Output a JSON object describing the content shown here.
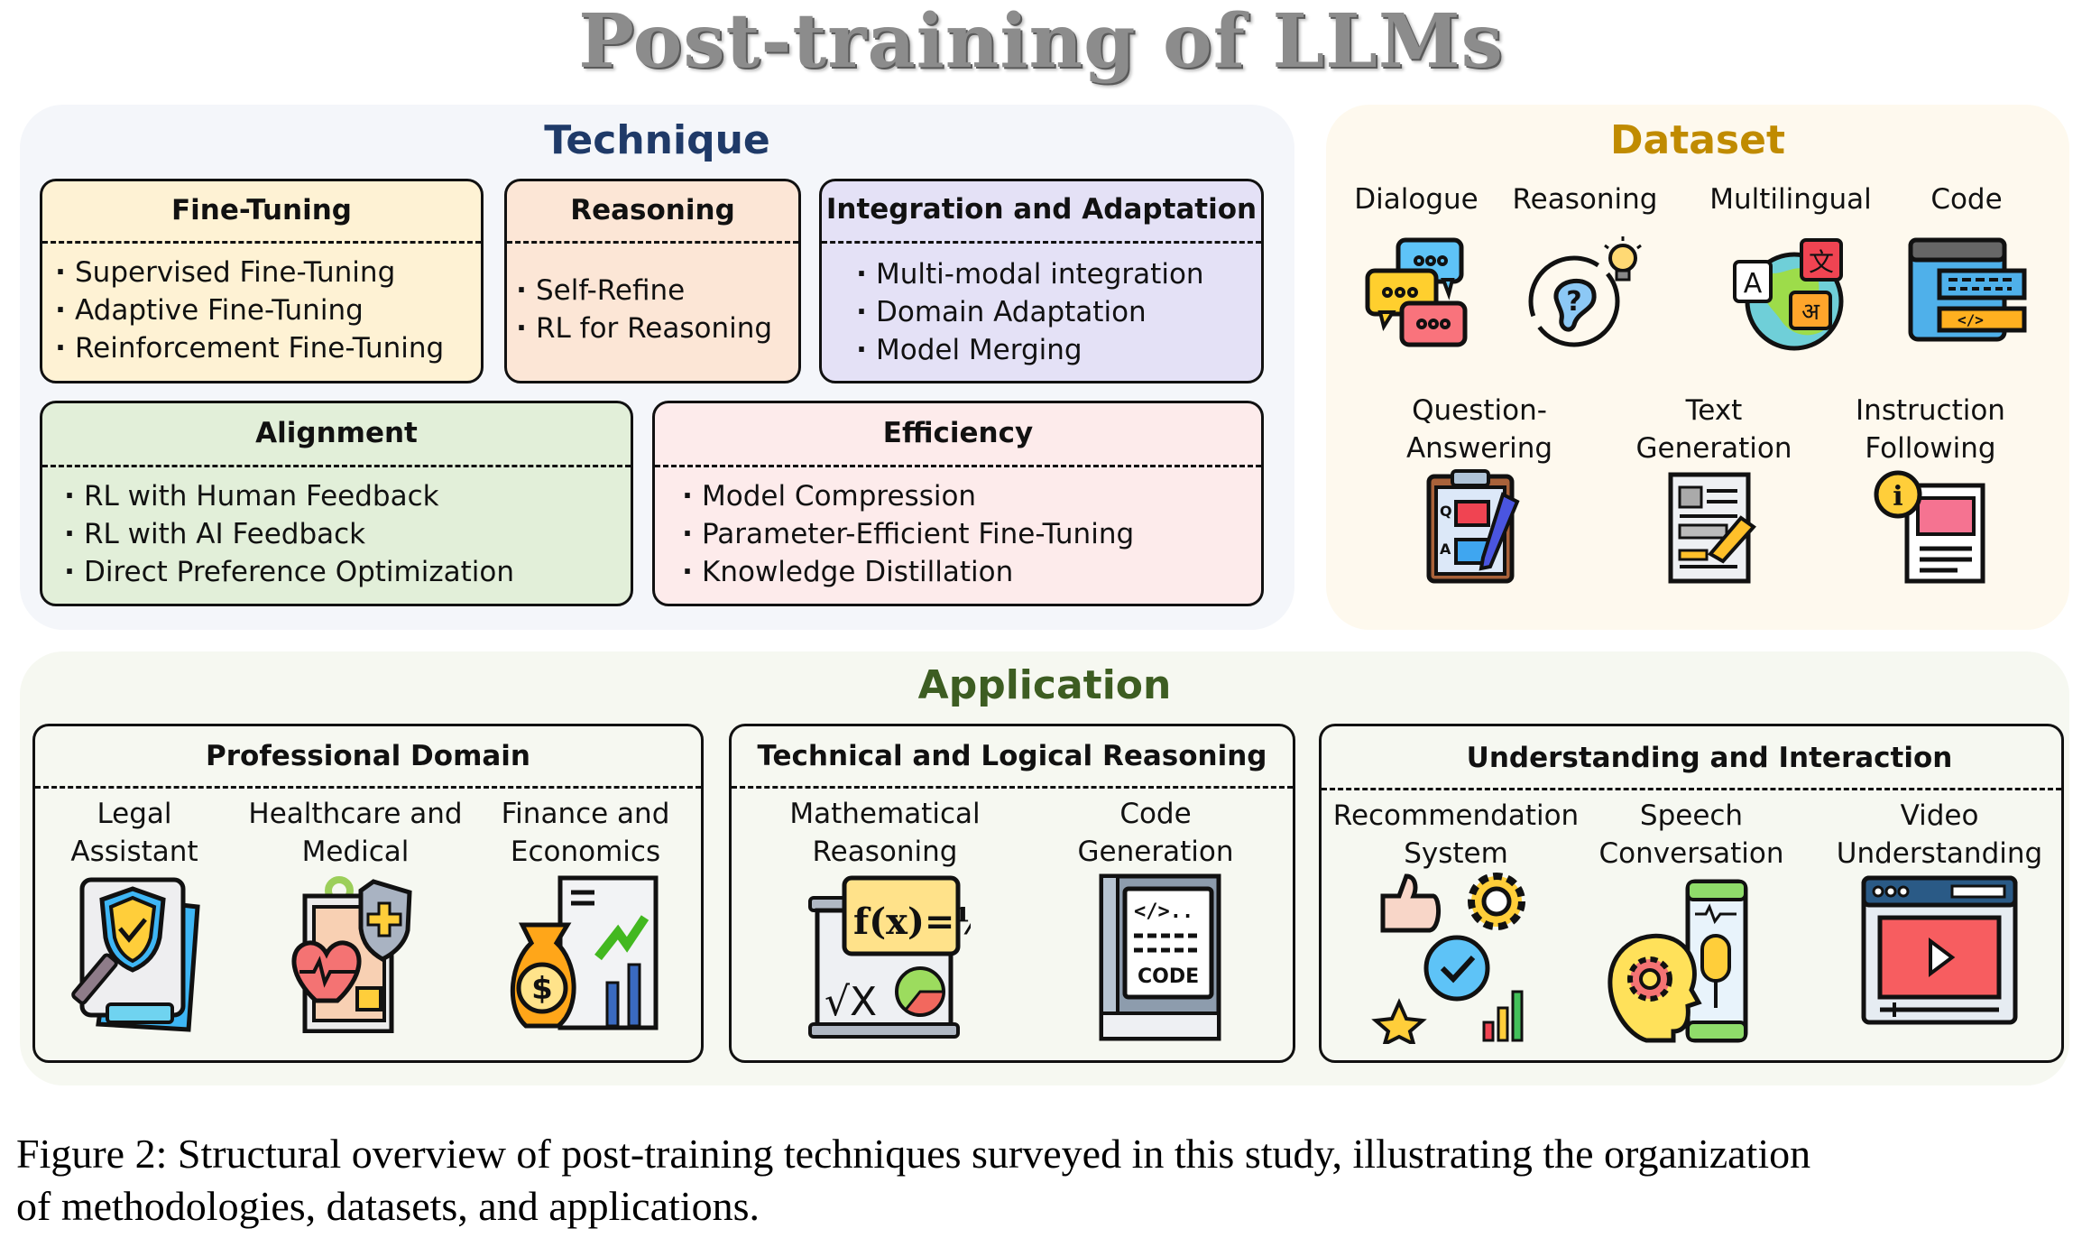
{
  "title": "Post-training of LLMs",
  "colors": {
    "technique_title": "#1f3a68",
    "dataset_title": "#c08b00",
    "application_title": "#3d5d22",
    "fine_tuning_bg": "#fef2d4",
    "reasoning_bg": "#fce6d6",
    "integration_bg": "#e4e1f6",
    "alignment_bg": "#e2efd9",
    "efficiency_bg": "#fdebeb"
  },
  "technique": {
    "title": "Technique",
    "boxes": [
      {
        "title": "Fine-Tuning",
        "items": [
          "Supervised Fine-Tuning",
          "Adaptive Fine-Tuning",
          "Reinforcement Fine-Tuning"
        ]
      },
      {
        "title": "Reasoning",
        "items": [
          "Self-Refine",
          "RL for Reasoning"
        ]
      },
      {
        "title": "Integration and Adaptation",
        "items": [
          "Multi-modal integration",
          "Domain Adaptation",
          "Model Merging"
        ]
      },
      {
        "title": "Alignment",
        "items": [
          "RL with Human Feedback",
          "RL with AI Feedback",
          "Direct Preference Optimization"
        ]
      },
      {
        "title": "Efficiency",
        "items": [
          "Model Compression",
          "Parameter-Efficient Fine-Tuning",
          "Knowledge Distillation"
        ]
      }
    ]
  },
  "dataset": {
    "title": "Dataset",
    "items": [
      {
        "label": "Dialogue",
        "icon": "chat-bubbles-icon"
      },
      {
        "label": "Reasoning",
        "icon": "brain-lightbulb-icon"
      },
      {
        "label": "Multilingual",
        "icon": "globe-translate-icon"
      },
      {
        "label": "Code",
        "icon": "code-window-icon"
      },
      {
        "label": "Question-\nAnswering",
        "label_lines": [
          "Question-",
          "Answering"
        ],
        "icon": "clipboard-qa-icon"
      },
      {
        "label_lines": [
          "Text",
          "Generation"
        ],
        "icon": "document-pen-icon"
      },
      {
        "label_lines": [
          "Instruction",
          "Following"
        ],
        "icon": "info-document-icon"
      }
    ]
  },
  "application": {
    "title": "Application",
    "groups": [
      {
        "title": "Professional Domain",
        "items": [
          {
            "label_lines": [
              "Legal",
              "Assistant"
            ],
            "icon": "legal-shield-gavel-icon"
          },
          {
            "label_lines": [
              "Healthcare and",
              "Medical"
            ],
            "icon": "medical-heart-icon"
          },
          {
            "label_lines": [
              "Finance and",
              "Economics"
            ],
            "icon": "money-bag-chart-icon"
          }
        ]
      },
      {
        "title": "Technical and Logical Reasoning",
        "items": [
          {
            "label_lines": [
              "Mathematical",
              "Reasoning"
            ],
            "icon": "math-board-icon"
          },
          {
            "label_lines": [
              "Code",
              "Generation"
            ],
            "icon": "code-book-icon"
          }
        ]
      },
      {
        "title": "Understanding and Interaction",
        "items": [
          {
            "label_lines": [
              "Recommendation",
              "System"
            ],
            "icon": "thumbs-up-gear-icon"
          },
          {
            "label_lines": [
              "Speech",
              "Conversation"
            ],
            "icon": "head-microphone-icon"
          },
          {
            "label_lines": [
              "Video",
              "Understanding"
            ],
            "icon": "video-player-icon"
          }
        ]
      }
    ]
  },
  "caption": {
    "line1": "Figure 2: Structural overview of post-training techniques surveyed in this study, illustrating the organization",
    "line2": "of methodologies, datasets, and applications."
  }
}
